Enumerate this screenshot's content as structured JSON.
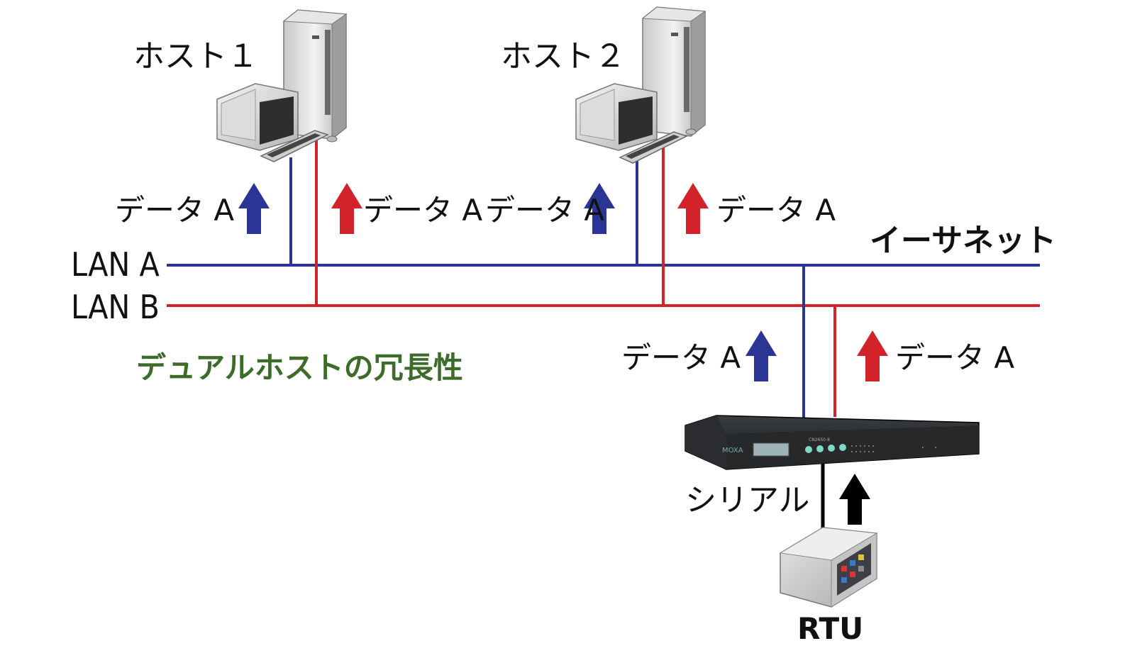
{
  "host1": {
    "label": "ホスト１"
  },
  "host2": {
    "label": "ホスト２"
  },
  "data_labels": {
    "h1_blue": "データ A",
    "h1_red": "データ A",
    "h2_blue": "データ A",
    "h2_red": "データ A",
    "nport_blue": "データ A",
    "nport_red": "データ A"
  },
  "lan_a": {
    "label": "LAN A"
  },
  "lan_b": {
    "label": "LAN B"
  },
  "ethernet": {
    "label": "イーサネット"
  },
  "title": {
    "label": "デュアルホストの冗長性"
  },
  "device": {
    "model_text": "CN2650-8",
    "brand_text": "MOXA"
  },
  "serial": {
    "label": "シリアル"
  },
  "rtu": {
    "label": "RTU"
  },
  "colors": {
    "lan_a": "#2b3596",
    "lan_b": "#d2232a",
    "title": "#3d6b2a",
    "arrow_black": "#000000"
  }
}
